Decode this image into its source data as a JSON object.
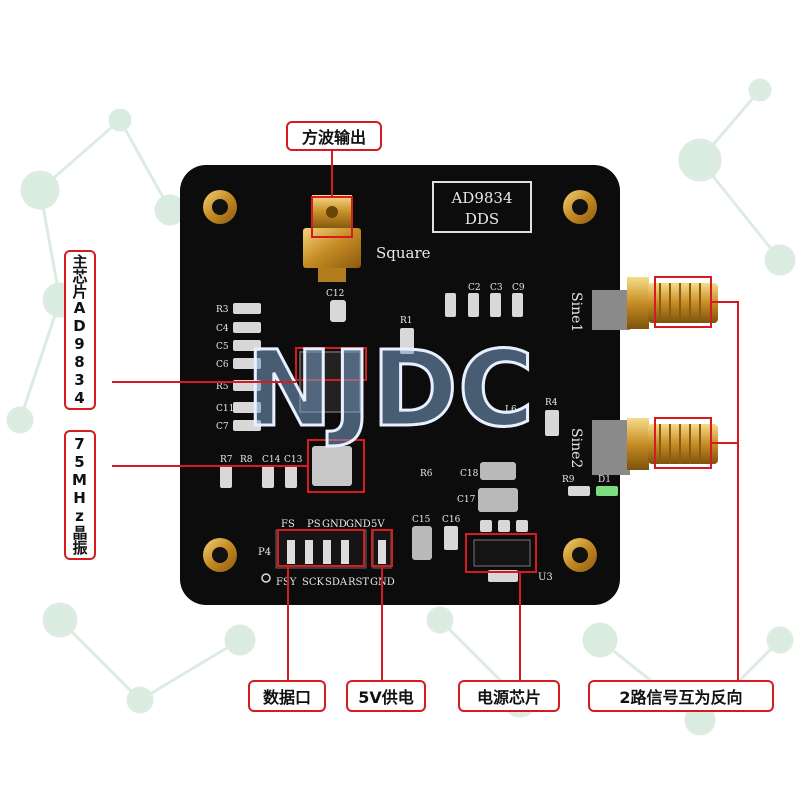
{
  "labels": {
    "square_out": "方波输出",
    "main_chip": "主芯片AD9834",
    "crystal": "75MHz晶振",
    "data_port": "数据口",
    "power_5v": "5V供电",
    "power_chip": "电源芯片",
    "sine_outputs": "2路信号互为反向"
  },
  "board": {
    "chip_name": "AD9834",
    "chip_type": "DDS",
    "square": "Square",
    "sine1": "Sine1",
    "sine2": "Sine2",
    "watermark": "NJDC",
    "u3": "U3",
    "p4": "P4",
    "header_top": [
      "FS",
      "PS",
      "GND",
      "GND",
      "5V"
    ],
    "header_bottom": [
      "FSY",
      "SCK",
      "SDA",
      "RST",
      "GND"
    ],
    "components_left": [
      "R3",
      "C4",
      "C5",
      "C6",
      "R5",
      "C11",
      "C7"
    ],
    "components_misc": [
      "C12",
      "R1",
      "C2",
      "C3",
      "C9",
      "C14",
      "C13",
      "R7",
      "R8",
      "R6",
      "C18",
      "C17",
      "C15",
      "C16",
      "R4",
      "L6",
      "R9",
      "D1"
    ]
  },
  "colors": {
    "pcb": "#0c0c0c",
    "gold": "#c9962b",
    "callout_border": "#d71920",
    "leader": "#d71920",
    "network_node": "#cfe8d6"
  }
}
